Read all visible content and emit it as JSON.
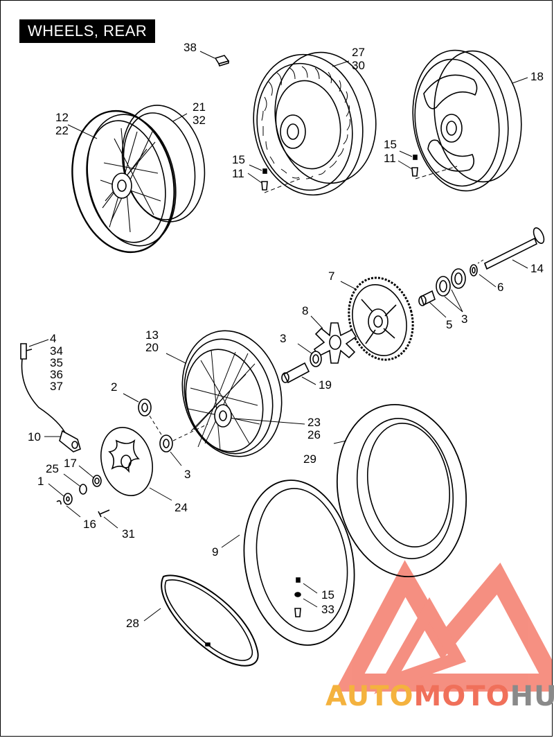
{
  "title": "WHEELS, REAR",
  "watermark": {
    "part1": "AUTO",
    "part2": "MOTO",
    "part3": "HUB",
    "color1": "#f4b23e",
    "color2": "#f0705a",
    "color3": "#8a8a8a"
  },
  "callouts": [
    {
      "id": "c38",
      "text": "38"
    },
    {
      "id": "c27",
      "text": "27"
    },
    {
      "id": "c30",
      "text": "30"
    },
    {
      "id": "c18",
      "text": "18"
    },
    {
      "id": "c21",
      "text": "21"
    },
    {
      "id": "c32",
      "text": "32"
    },
    {
      "id": "c12",
      "text": "12"
    },
    {
      "id": "c22",
      "text": "22"
    },
    {
      "id": "c15a",
      "text": "15"
    },
    {
      "id": "c11a",
      "text": "11"
    },
    {
      "id": "c15b",
      "text": "15"
    },
    {
      "id": "c11b",
      "text": "11"
    },
    {
      "id": "c14",
      "text": "14"
    },
    {
      "id": "c7",
      "text": "7"
    },
    {
      "id": "c6",
      "text": "6"
    },
    {
      "id": "c8",
      "text": "8"
    },
    {
      "id": "c3a",
      "text": "3"
    },
    {
      "id": "c5",
      "text": "5"
    },
    {
      "id": "c3b",
      "text": "3"
    },
    {
      "id": "c4",
      "text": "4"
    },
    {
      "id": "c34",
      "text": "34"
    },
    {
      "id": "c35",
      "text": "35"
    },
    {
      "id": "c36",
      "text": "36"
    },
    {
      "id": "c37",
      "text": "37"
    },
    {
      "id": "c13",
      "text": "13"
    },
    {
      "id": "c20",
      "text": "20"
    },
    {
      "id": "c19",
      "text": "19"
    },
    {
      "id": "c2",
      "text": "2"
    },
    {
      "id": "c23",
      "text": "23"
    },
    {
      "id": "c26",
      "text": "26"
    },
    {
      "id": "c10",
      "text": "10"
    },
    {
      "id": "c29",
      "text": "29"
    },
    {
      "id": "c3c",
      "text": "3"
    },
    {
      "id": "c17",
      "text": "17"
    },
    {
      "id": "c25",
      "text": "25"
    },
    {
      "id": "c1",
      "text": "1"
    },
    {
      "id": "c24",
      "text": "24"
    },
    {
      "id": "c16",
      "text": "16"
    },
    {
      "id": "c31",
      "text": "31"
    },
    {
      "id": "c9",
      "text": "9"
    },
    {
      "id": "c15c",
      "text": "15"
    },
    {
      "id": "c33",
      "text": "33"
    },
    {
      "id": "c28",
      "text": "28"
    }
  ]
}
